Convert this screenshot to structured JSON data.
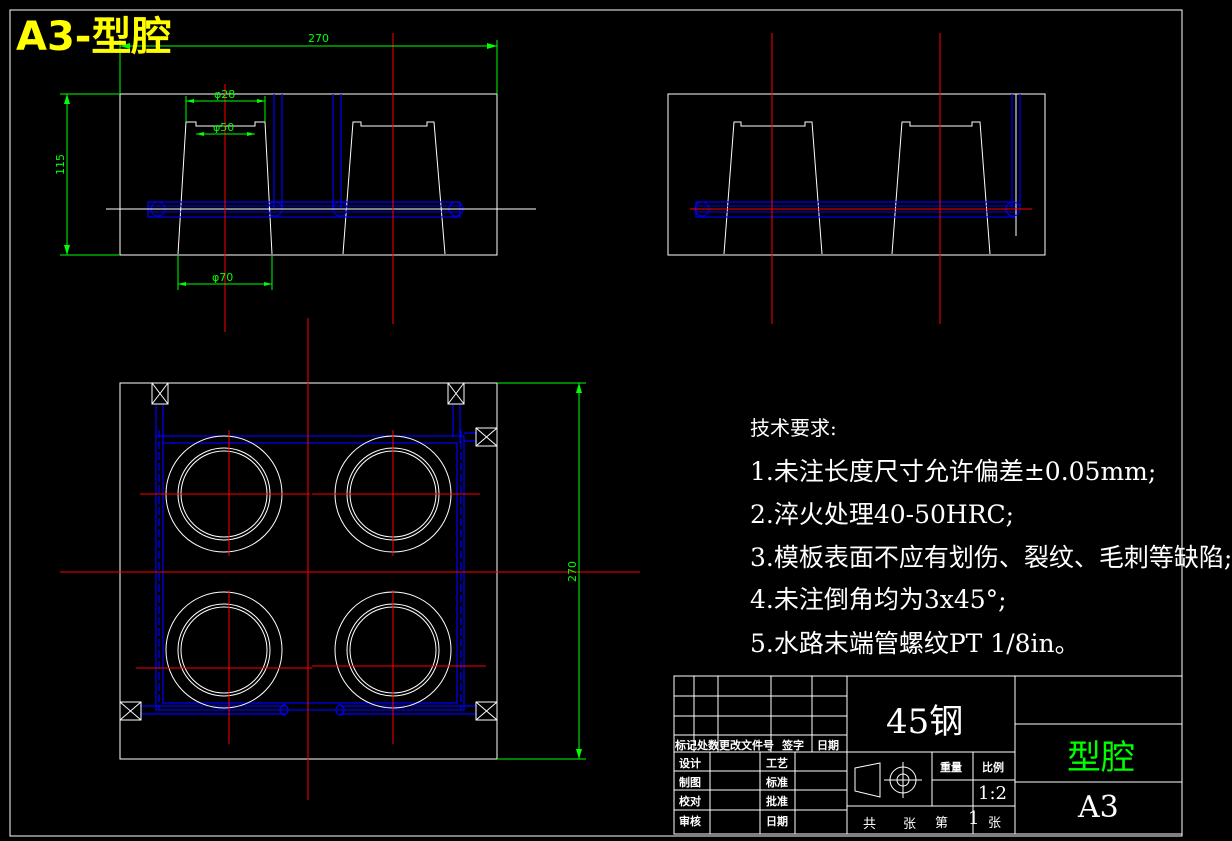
{
  "title": "A3-型腔",
  "dimensions": {
    "top_width": "270",
    "height": "115",
    "d28": "φ28",
    "d50": "φ50",
    "d70": "φ70",
    "plan_side": "270"
  },
  "requirements": {
    "heading": "技术要求:",
    "items": [
      "1.未注长度尺寸允许偏差±0.05mm;",
      "2.淬火处理40-50HRC;",
      "3.模板表面不应有划伤、裂纹、毛刺等缺陷;",
      "4.未注倒角均为3x45°;",
      "5.水路末端管螺纹PT 1/8in。"
    ]
  },
  "title_block": {
    "material": "45钢",
    "part_name": "型腔",
    "sheet_size": "A3",
    "rev_header": [
      "标记",
      "处数",
      "更改文件号",
      "签字",
      "日期"
    ],
    "roles": [
      "设计",
      "制图",
      "校对",
      "审核"
    ],
    "roles2": [
      "工艺",
      "标准",
      "批准",
      "日期"
    ],
    "weight_label": "重量",
    "scale_label": "比例",
    "scale_value": "1:2",
    "total_label": "共",
    "sheets_label": "张",
    "sheet_no_label": "第",
    "sheet_no": "1",
    "sheet_unit": "张"
  },
  "colors": {
    "background": "#000000",
    "outline": "#ffffff",
    "centerline": "#ff0000",
    "dimension": "#00ff00",
    "water_channel": "#0000ff",
    "title": "#ffff00",
    "part_name": "#00ff00"
  }
}
